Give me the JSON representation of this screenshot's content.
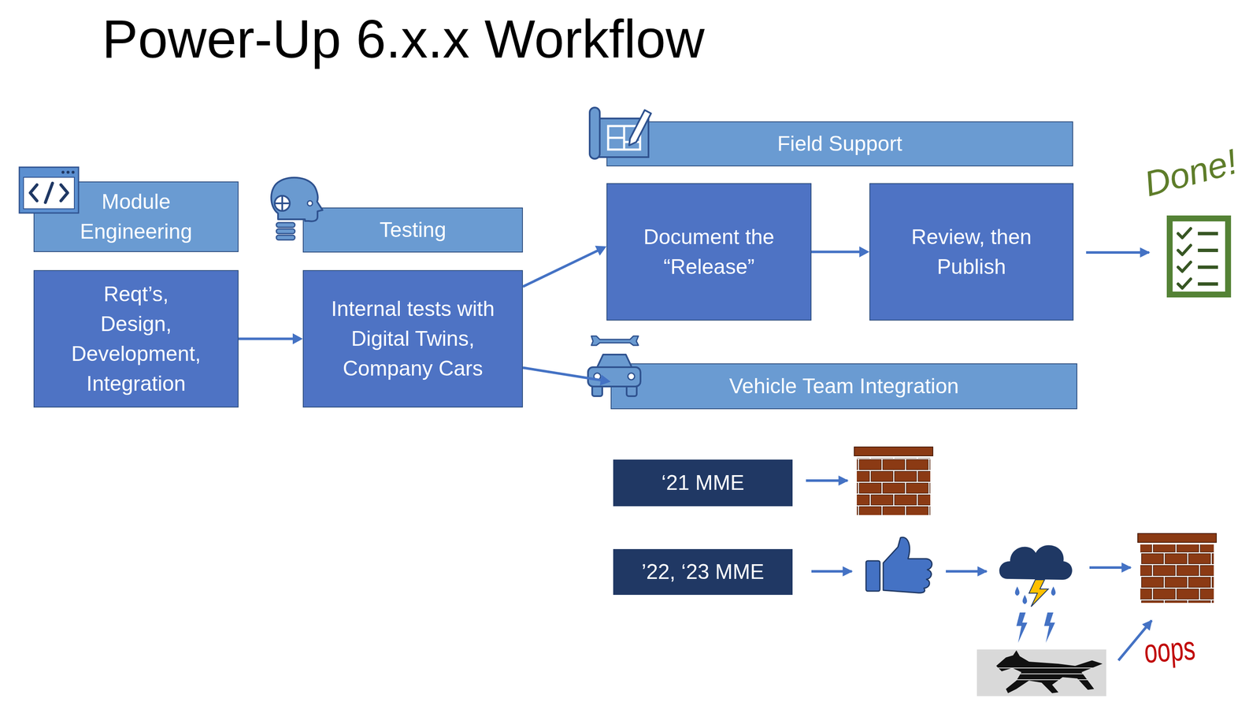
{
  "diagram": {
    "title": "Power-Up 6.x.x Workflow",
    "nodes": [
      {
        "text": [
          "Module Engineering"
        ]
      },
      {
        "text": [
          "Reqt’s, Design, Development, Integration"
        ]
      },
      {
        "text": [
          "Testing"
        ]
      },
      {
        "text": [
          "Internal tests with Digital Twins, Company Cars"
        ]
      },
      {
        "text": [
          "Field Support"
        ]
      },
      {
        "text": [
          "Document the “Release”"
        ]
      },
      {
        "text": [
          "Review, then Publish"
        ]
      },
      {
        "text": [
          "Vehicle Team Integration"
        ]
      },
      {
        "text": [
          "‘21 MME"
        ]
      },
      {
        "text": [
          "’22, ‘23 MME"
        ]
      }
    ],
    "edges": [
      {
        "from": 1,
        "to": 3,
        "arrow": "to"
      },
      {
        "from": 3,
        "to": 5,
        "arrow": "to"
      },
      {
        "from": 3,
        "to": 7,
        "arrow": "to"
      },
      {
        "from": 5,
        "to": 6,
        "arrow": "to"
      }
    ],
    "labels": [
      "Done!",
      "oops"
    ]
  }
}
